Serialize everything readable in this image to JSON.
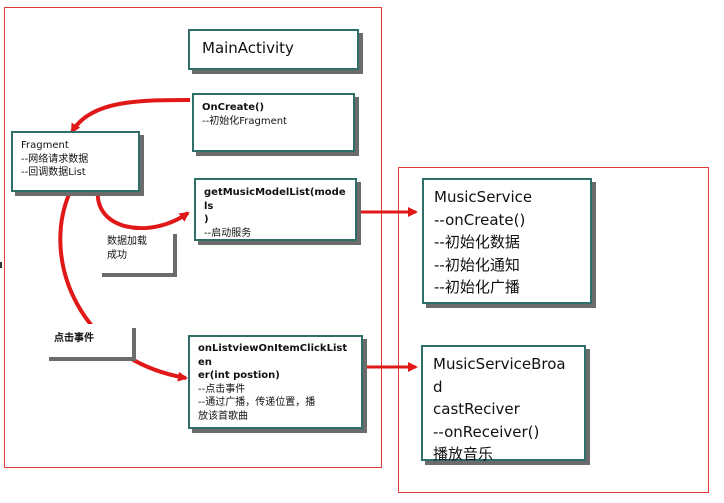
{
  "colors": {
    "frame": "#e23a3a",
    "box_border": "#2f6f6a",
    "arrow": "#e01818",
    "shadow": "#6b6b6b"
  },
  "main_activity": {
    "title": "MainActivity"
  },
  "on_create_box": {
    "lines": [
      "OnCreate()",
      "--初始化Fragment"
    ]
  },
  "fragment_box": {
    "lines": [
      "Fragment",
      "--网络请求数据",
      "--回调数据List"
    ]
  },
  "get_list_box": {
    "lines": [
      "getMusicModelList(models",
      ")",
      "--启动服务"
    ]
  },
  "data_loaded_label": {
    "lines": [
      "数据加载",
      "成功"
    ]
  },
  "click_event_label": {
    "text": "点击事件"
  },
  "item_click_box": {
    "lines": [
      "onListviewOnItemClickListen",
      "er(int postion)",
      "--点击事件",
      "--通过广播，传递位置，播",
      "放该首歌曲"
    ]
  },
  "music_service_box": {
    "lines": [
      "MusicService",
      "--onCreate()",
      "--初始化数据",
      "--初始化通知",
      "--初始化广播"
    ]
  },
  "broadcast_box": {
    "lines": [
      "MusicServiceBroad",
      "castReciver",
      "--onReceiver()",
      "播放音乐"
    ]
  }
}
